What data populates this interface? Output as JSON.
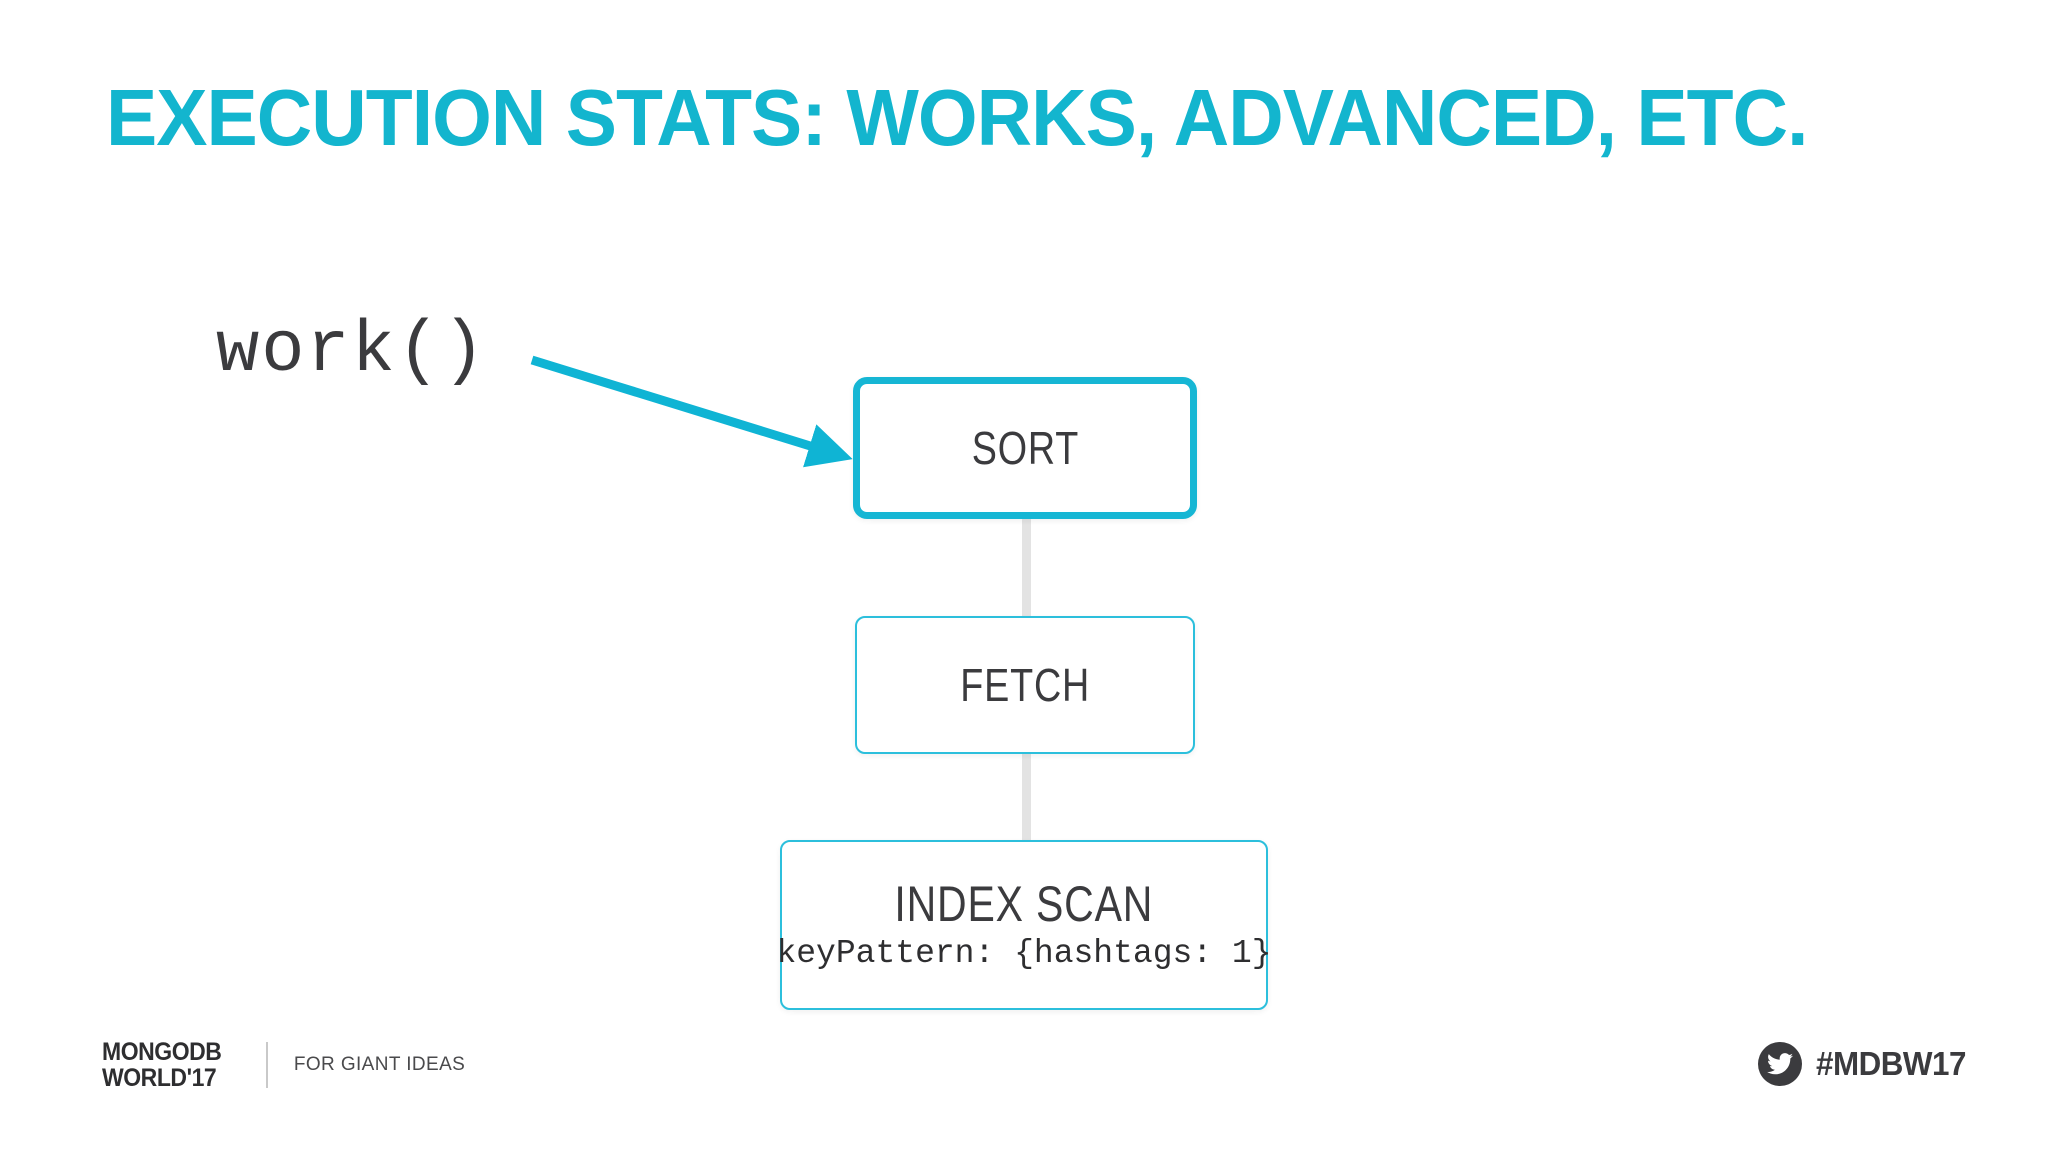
{
  "slide": {
    "title": "EXECUTION STATS: WORKS, ADVANCED, ETC.",
    "background_color": "#FFFFFF",
    "accent_color": "#13B5CE",
    "text_color": "#3B3B3E"
  },
  "annotation": {
    "label": "work()",
    "arrow_icon": "arrow-right-icon",
    "arrow_color": "#0FB4D4"
  },
  "plan_tree": {
    "nodes": [
      {
        "id": "sort",
        "title": "SORT",
        "subtitle": "",
        "highlighted": true,
        "border_color": "#16B6D4"
      },
      {
        "id": "fetch",
        "title": "FETCH",
        "subtitle": "",
        "highlighted": false,
        "border_color": "#2CBFDC"
      },
      {
        "id": "index_scan",
        "title": "INDEX SCAN",
        "subtitle": "keyPattern: {hashtags: 1}",
        "highlighted": false,
        "border_color": "#2CBFDC"
      }
    ],
    "connector_color": "#E3E3E3"
  },
  "footer": {
    "brand_line1": "MONGODB",
    "brand_line2": "WORLD'17",
    "tagline": "FOR GIANT IDEAS",
    "twitter_icon": "twitter-bird-icon",
    "hashtag": "#MDBW17"
  }
}
